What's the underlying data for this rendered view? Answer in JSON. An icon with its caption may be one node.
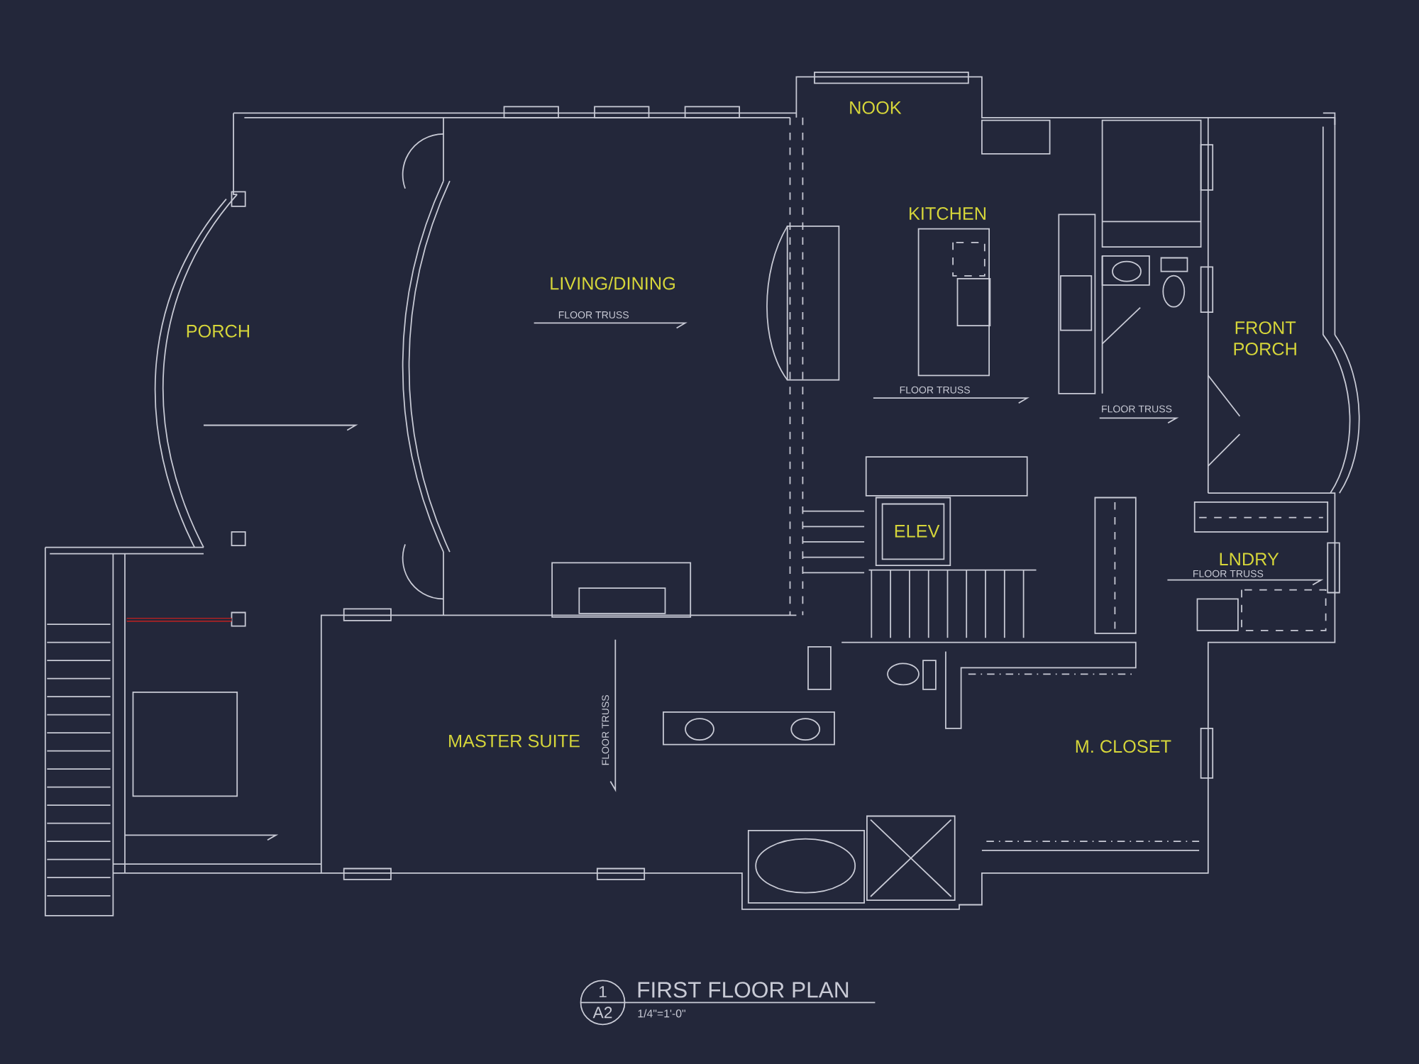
{
  "diagram": {
    "title": "FIRST FLOOR PLAN",
    "labels": [
      "NOOK",
      "KITCHEN",
      "LIVING/DINING",
      "FLOOR TRUSS",
      "PORCH",
      "FRONT PORCH",
      "FLOOR TRUSS",
      "FLOOR TRUSS",
      "ELEV",
      "LNDRY",
      "FLOOR TRUSS",
      "MASTER SUITE",
      "FLOOR TRUSS",
      "M. CLOSET",
      "1",
      "A2",
      "1/4\"=1'-0\""
    ]
  }
}
